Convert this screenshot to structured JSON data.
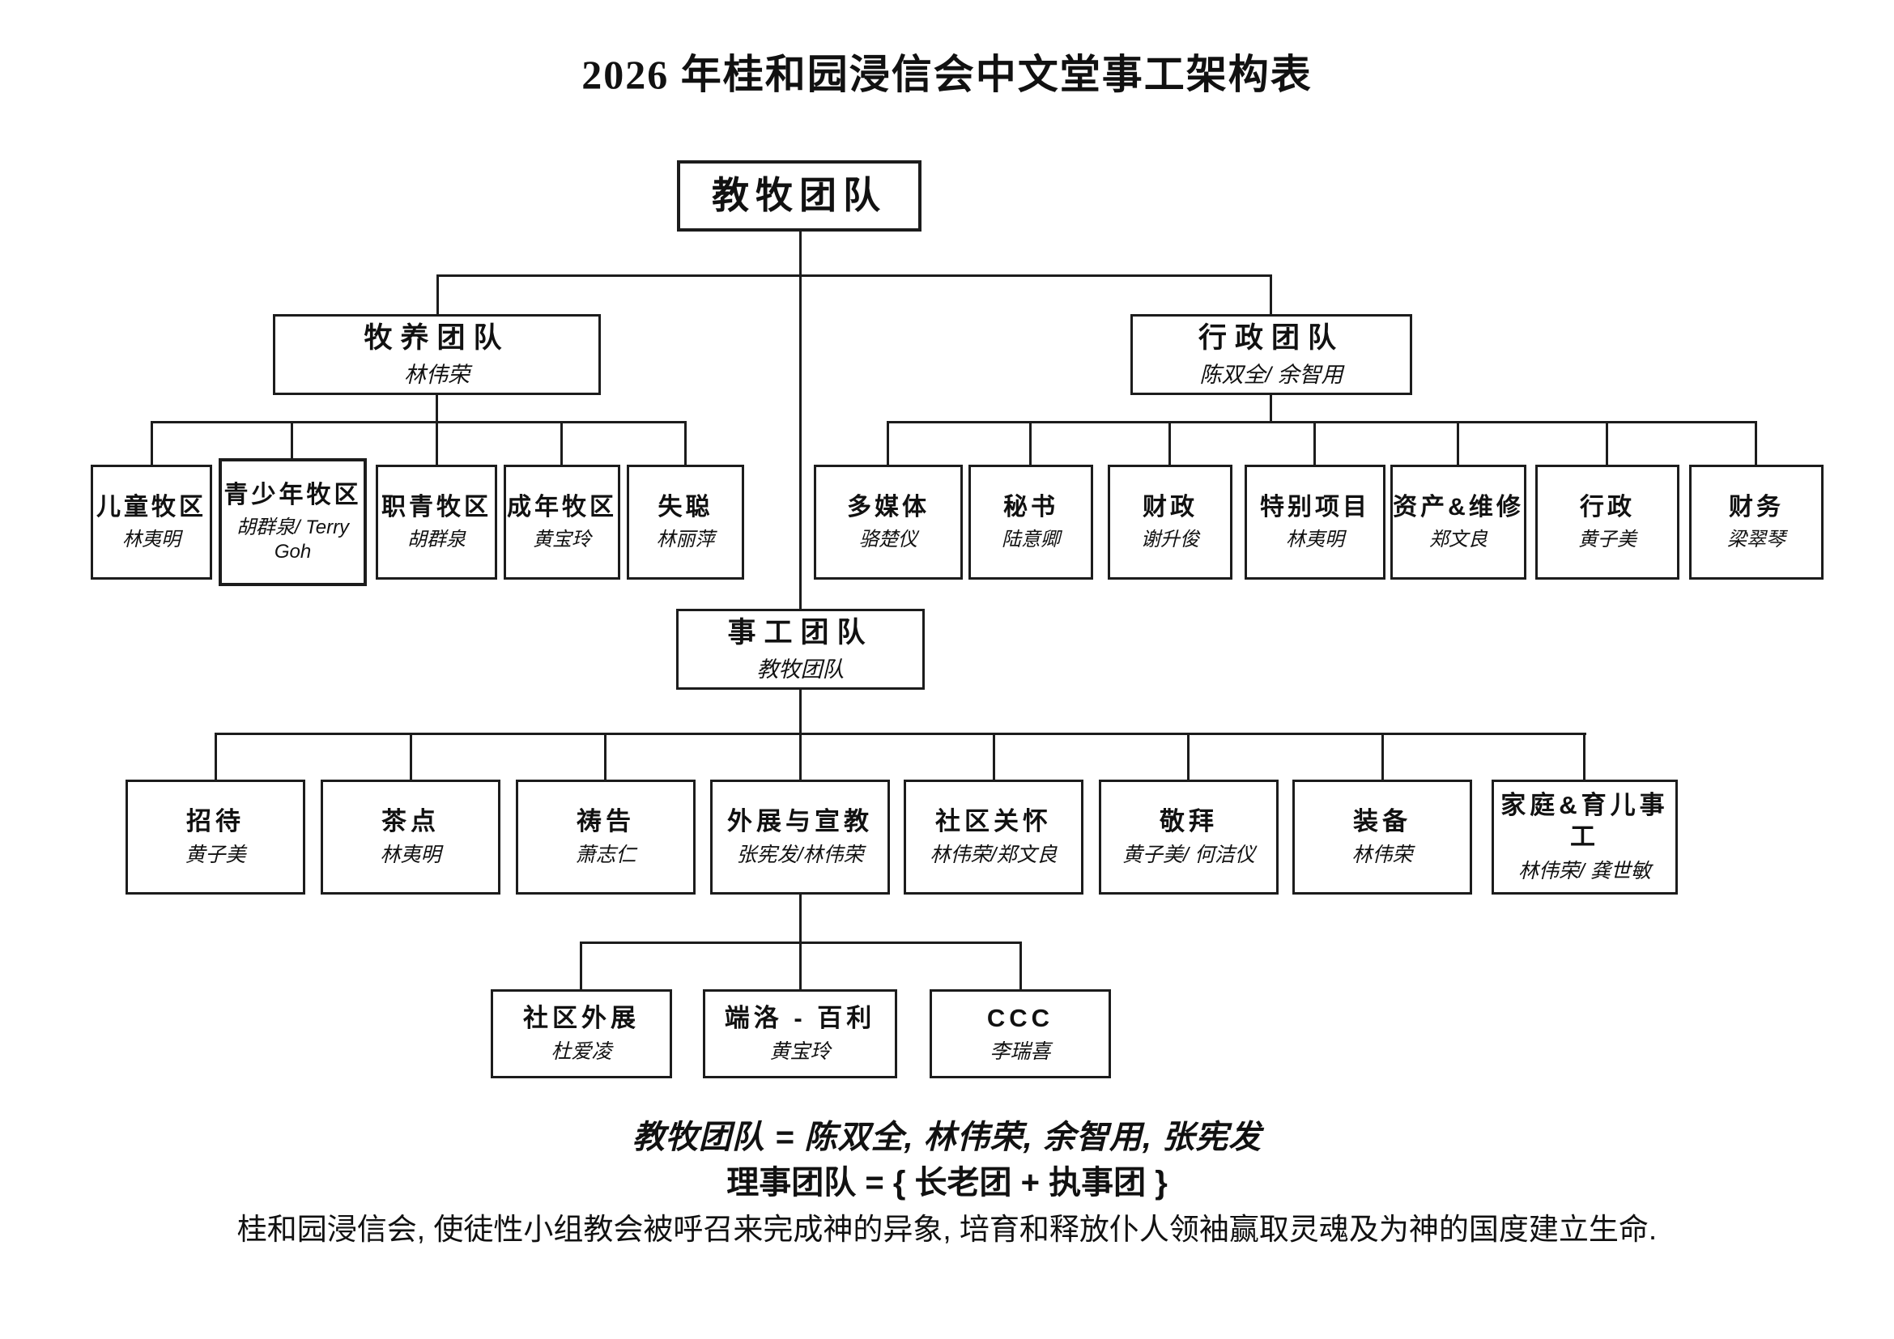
{
  "title": "2026 年桂和园浸信会中文堂事工架构表",
  "nodes": {
    "pastoral_team": {
      "title": "教牧团队"
    },
    "shepherding_team": {
      "title": "牧养团队",
      "name": "林伟荣"
    },
    "admin_team": {
      "title": "行政团队",
      "name": "陈双全/ 余智用"
    },
    "children_district": {
      "title": "儿童牧区",
      "name": "林夷明"
    },
    "youth_district": {
      "title": "青少年牧区",
      "name": "胡群泉/ Terry Goh"
    },
    "working_youth_district": {
      "title": "职青牧区",
      "name": "胡群泉"
    },
    "adult_district": {
      "title": "成年牧区",
      "name": "黄宝玲"
    },
    "deaf": {
      "title": "失聪",
      "name": "林丽萍"
    },
    "multimedia": {
      "title": "多媒体",
      "name": "骆楚仪"
    },
    "secretary": {
      "title": "秘书",
      "name": "陆意卿"
    },
    "finance": {
      "title": "财政",
      "name": "谢升俊"
    },
    "special_projects": {
      "title": "特别项目",
      "name": "林夷明"
    },
    "assets_maintenance": {
      "title": "资产&维修",
      "name": "郑文良"
    },
    "administration": {
      "title": "行政",
      "name": "黄子美"
    },
    "accounts": {
      "title": "财务",
      "name": "梁翠琴"
    },
    "ministry_team": {
      "title": "事工团队",
      "name": "教牧团队"
    },
    "ushering": {
      "title": "招待",
      "name": "黄子美"
    },
    "refreshments": {
      "title": "茶点",
      "name": "林夷明"
    },
    "prayer": {
      "title": "祷告",
      "name": "萧志仁"
    },
    "outreach_missions": {
      "title": "外展与宣教",
      "name": "张宪发/林伟荣"
    },
    "community_care": {
      "title": "社区关怀",
      "name": "林伟荣/郑文良"
    },
    "worship": {
      "title": "敬拜",
      "name": "黄子美/ 何洁仪"
    },
    "equipping": {
      "title": "装备",
      "name": "林伟荣"
    },
    "family_parenting": {
      "title": "家庭&育儿事工",
      "name": "林伟荣/ 龚世敏"
    },
    "community_outreach": {
      "title": "社区外展",
      "name": "杜爱凌"
    },
    "duanluo_baili": {
      "title": "端洛 - 百利",
      "name": "黄宝玲"
    },
    "ccc": {
      "title": "CCC",
      "name": "李瑞喜"
    }
  },
  "footer": {
    "line1": "教牧团队 = 陈双全, 林伟荣, 余智用, 张宪发",
    "line2": "理事团队 = { 长老团 + 执事团 }",
    "line3": "桂和园浸信会, 使徒性小组教会被呼召来完成神的异象, 培育和释放仆人领袖赢取灵魂及为神的国度建立生命."
  }
}
